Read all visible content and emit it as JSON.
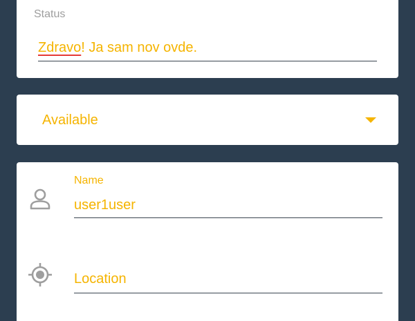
{
  "status": {
    "label": "Status",
    "value_misspelled": "Zdravo",
    "value_rest": "! Ja sam nov ovde."
  },
  "availability": {
    "selected": "Available"
  },
  "profile": {
    "name_label": "Name",
    "name_value": "user1user",
    "location_placeholder": "Location"
  },
  "icons": {
    "name": "person-outline-icon",
    "location": "gps-target-icon",
    "dropdown": "dropdown-triangle-icon"
  },
  "colors": {
    "background": "#2c3e50",
    "accent": "#f5b400",
    "label_gray": "#9e9e9e",
    "spell_underline": "#e53935",
    "icon_gray": "#9e9e9e"
  }
}
